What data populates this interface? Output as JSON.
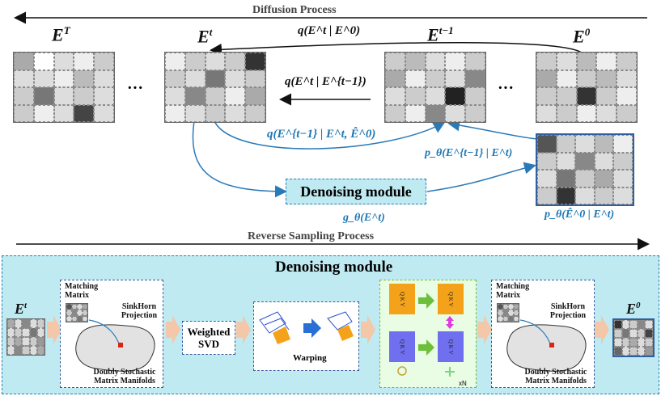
{
  "top": {
    "diffusion_label": "Diffusion Process",
    "reverse_label": "Reverse Sampling Process",
    "E_T": "E",
    "E_T_sup": "T",
    "E_t": "E",
    "E_t_sup": "t",
    "E_tm1": "E",
    "E_tm1_sup": "t−1",
    "E_0": "E",
    "E_0_sup": "0",
    "ellipsis1": "···",
    "ellipsis2": "···",
    "eq_q_t_0": "q(E^t | E^0)",
    "eq_q_t_tm1": "q(E^t | E^{t−1})",
    "eq_q_posterior": "q(E^{t−1} | E^t, Ê^0)",
    "eq_p_theta": "p_θ(E^{t−1} | E^t)",
    "eq_p_theta_hat": "p_θ(Ê^0 | E^t)",
    "eq_g_theta": "g_θ(E^t)",
    "denoise_box": "Denoising module"
  },
  "bottom": {
    "title": "Denoising module",
    "E_in": "E",
    "E_in_sup": "t",
    "E_out": "E",
    "E_out_sup": "0",
    "matching_matrix": "Matching Matrix",
    "sinkhorn": "SinkHorn Projection",
    "manifold": "Doubly Stochastic Matrix Manifolds",
    "weighted_svd": "Weighted SVD",
    "warping": "Warping",
    "qkv": "Q K V",
    "xN": "xN"
  },
  "colors": {
    "blue_arrow": "#2a7ab8",
    "panel_bg": "#bfeaf2",
    "orange": "#f4a21a",
    "blue_block": "#6f6ff0",
    "green_arrow": "#6bbf3a",
    "peach_arrow": "#f4c7a8"
  }
}
